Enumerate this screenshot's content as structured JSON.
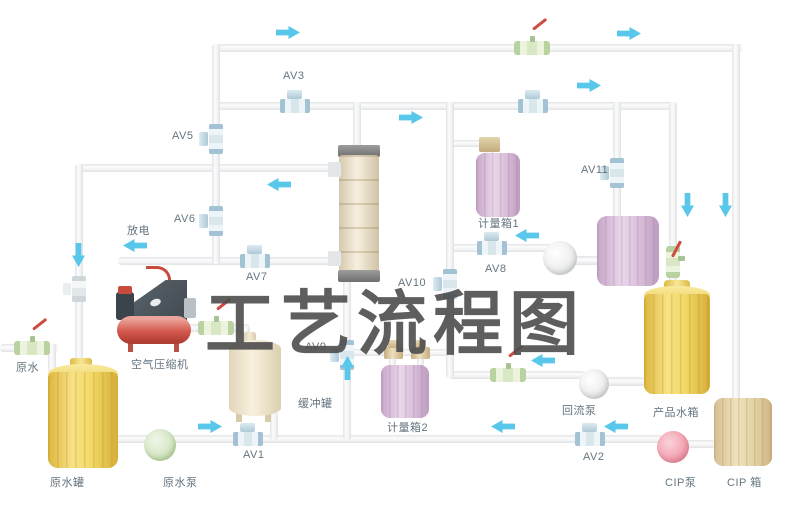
{
  "title_watermark": "工艺流程图",
  "labels": {
    "raw_water": "原水",
    "raw_water_tank": "原水罐",
    "raw_water_pump": "原水泵",
    "air_compressor": "空气压缩机",
    "buffer_tank": "缓冲罐",
    "metering_box_1": "计量箱1",
    "metering_box_2": "计量箱2",
    "reflux_pump": "回流泵",
    "product_water_tank": "产品水箱",
    "cip_pump": "CIP泵",
    "cip_tank": "CIP 箱",
    "discharge": "放电"
  },
  "valve_labels": {
    "av1": "AV1",
    "av2": "AV2",
    "av3": "AV3",
    "av5": "AV5",
    "av6": "AV6",
    "av7": "AV7",
    "av8": "AV8",
    "av9": "AV9",
    "av10": "AV10",
    "av11": "AV11"
  },
  "colors": {
    "flow_arrow": "#58c7ea",
    "watermark_text": "#4d4d4d",
    "label_text": "#64747f",
    "raw_water_tank": "#f2d967",
    "metering_tank": "#d8bdd8",
    "cip_tank": "#e4d2a4",
    "compressor_tank": "#d4584d",
    "cip_pump": "#f2a2b0",
    "raw_water_pump": "#d4e6c2"
  }
}
